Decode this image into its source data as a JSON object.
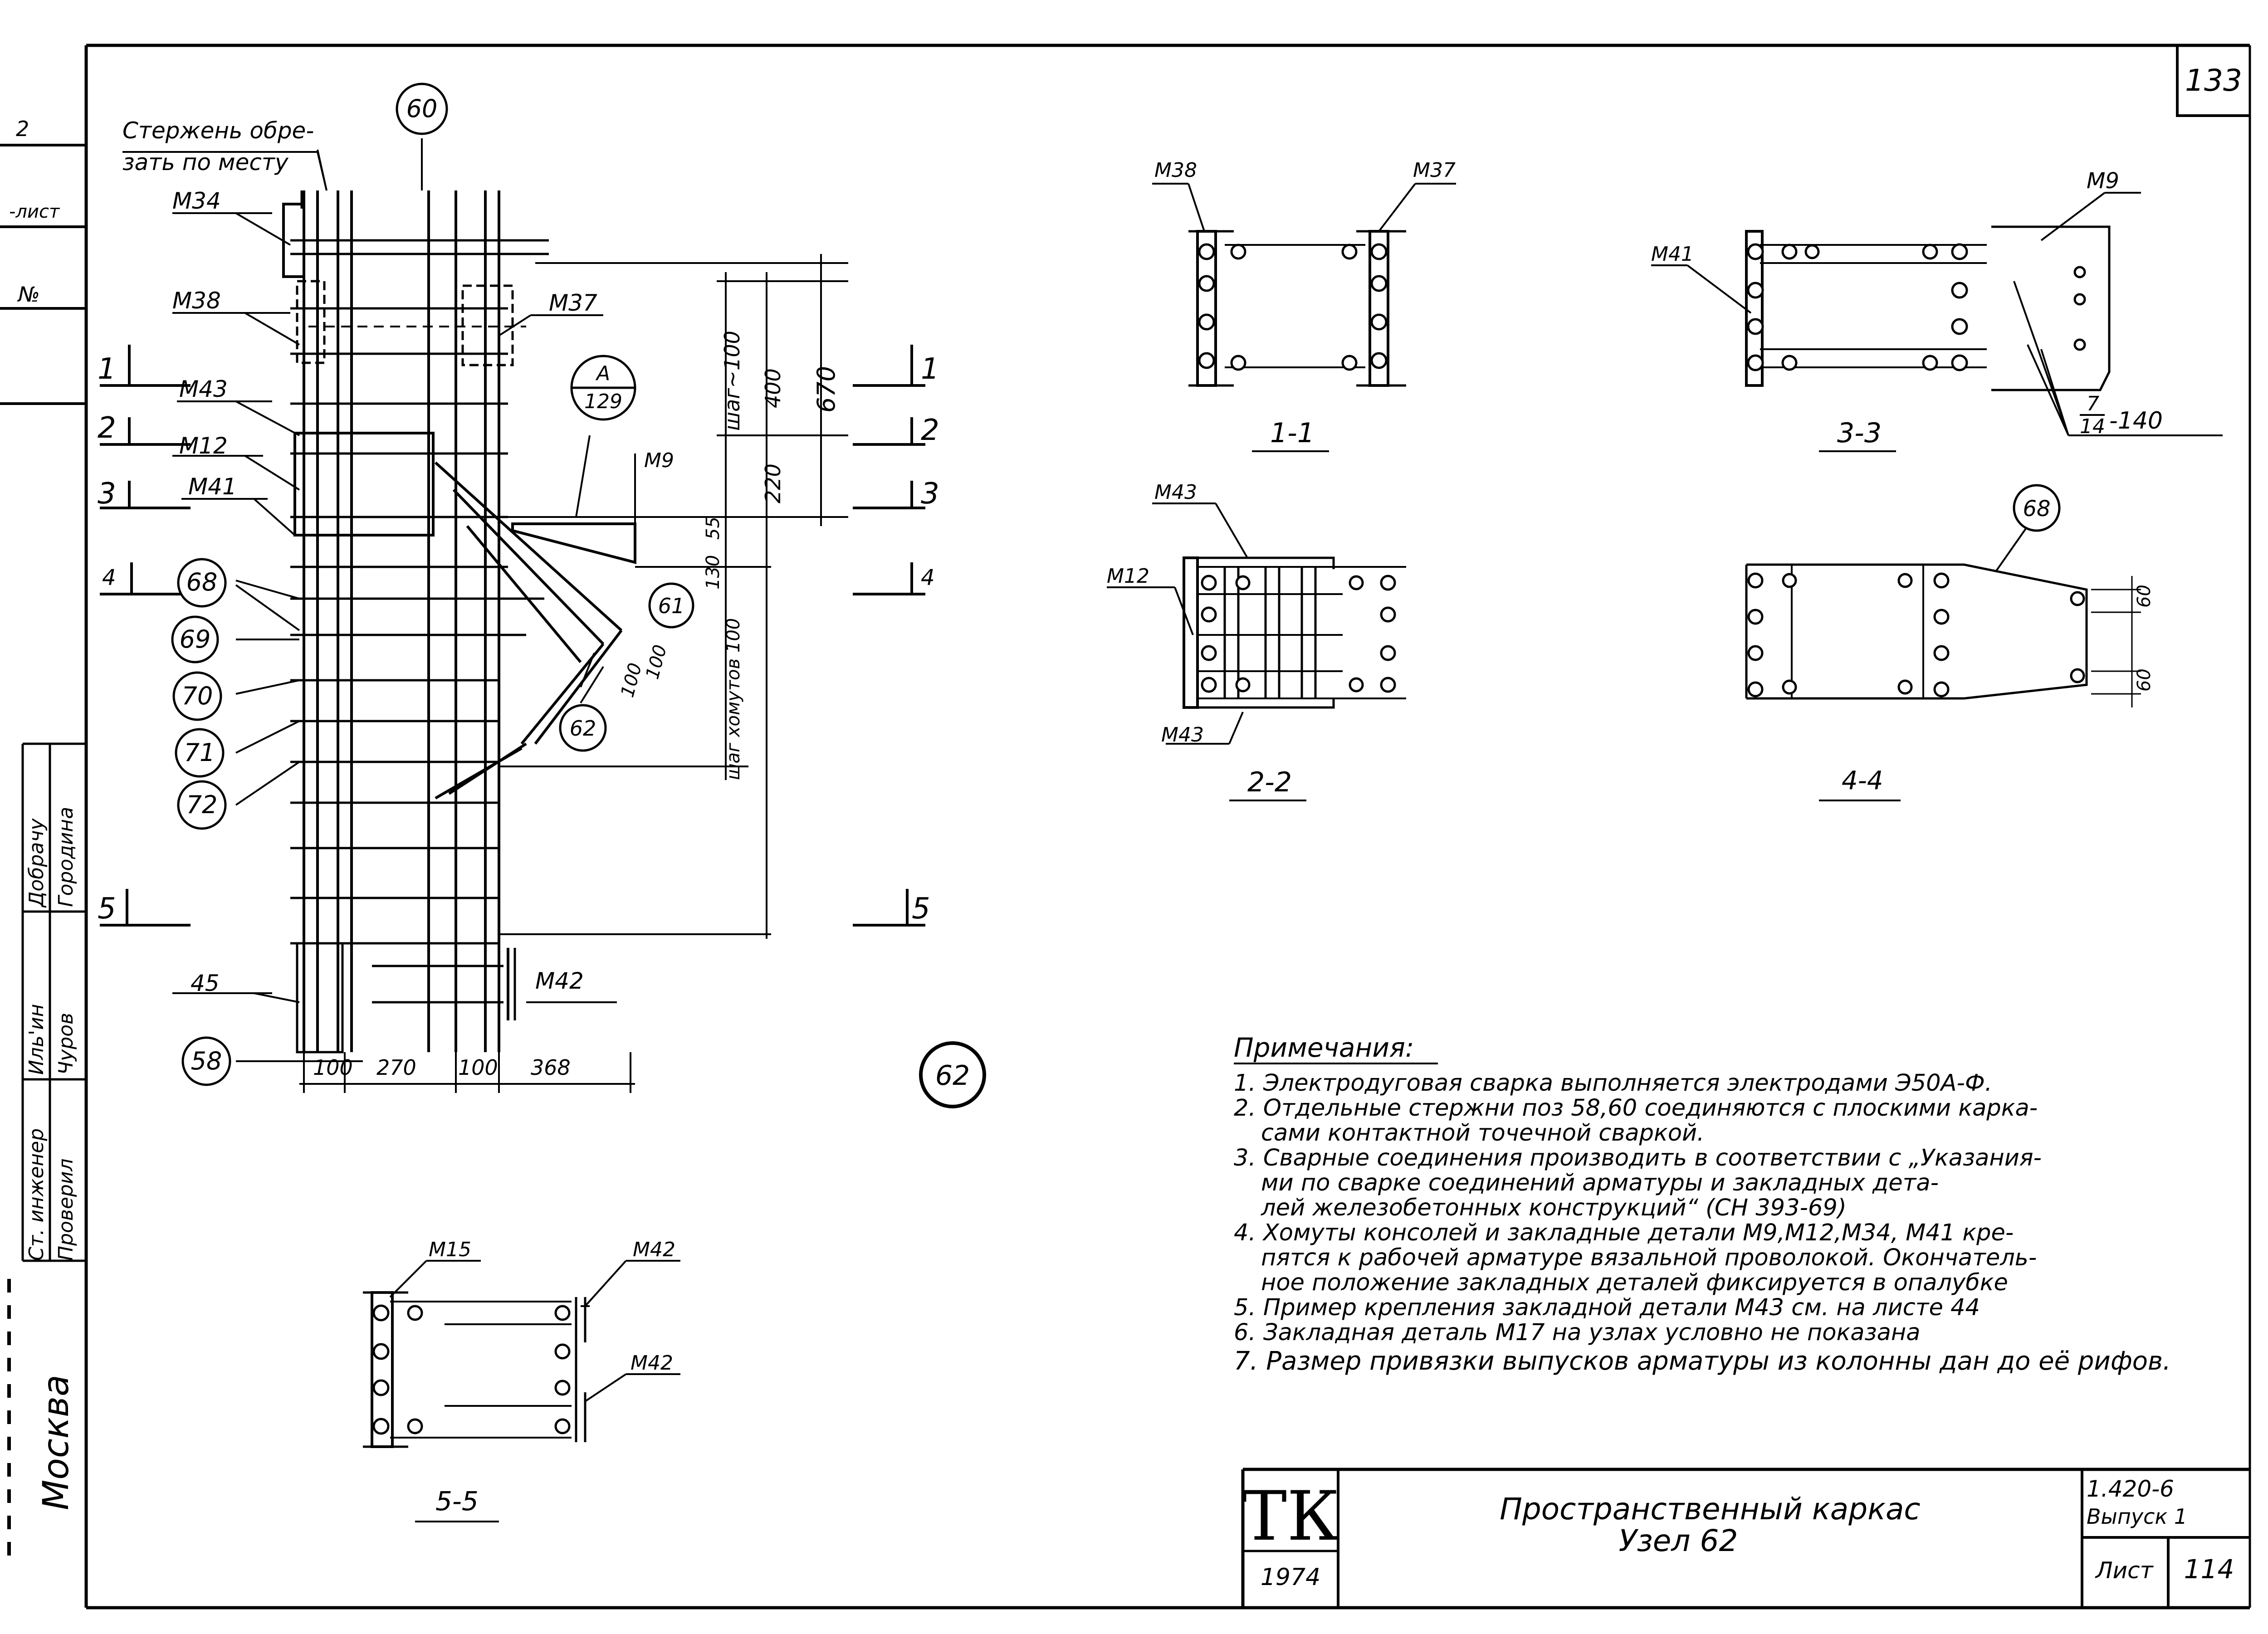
{
  "page": {
    "sheet_corner_number": "133",
    "node_circle": "62"
  },
  "left_strip": {
    "cells": [
      "2",
      "-лист",
      "№"
    ],
    "stamp_names": [
      "Ст. инженер",
      "Проверил",
      "Иль'ин",
      "Чуров",
      "Добрачу",
      "Городина"
    ],
    "city": "Москва"
  },
  "main_view": {
    "callout_cut_rods": "Стержень обре-зать по месту",
    "callout_cut_rods_line1": "Стержень обре-",
    "callout_cut_rods_line2": "зать по месту",
    "top_circle": "60",
    "labels": {
      "m34": "M34",
      "m38": "M38",
      "m37": "M37",
      "m43": "M43",
      "m12": "M12",
      "m41": "M41",
      "m9": "M9",
      "m45": "45",
      "m42": "M42"
    },
    "circles": {
      "c68": "68",
      "c69": "69",
      "c70": "70",
      "c71": "71",
      "c72": "72",
      "c58": "58",
      "c61": "61",
      "c62": "62"
    },
    "ref_circle": {
      "top": "A",
      "bottom": "129"
    },
    "section_marks": [
      "1",
      "2",
      "3",
      "4",
      "5"
    ],
    "dim_vertical": {
      "d400": "400",
      "d670": "670",
      "d220": "220",
      "d55": "55",
      "d130": "130",
      "step": "шаг~100",
      "hooks": "шаг хомутов 100"
    },
    "dim_diag": {
      "d100a": "100",
      "d100b": "100"
    },
    "dim_bottom": [
      "100",
      "270",
      "100",
      "368"
    ]
  },
  "sections": {
    "s11": {
      "title": "1-1",
      "left_label": "M38",
      "right_label": "M37"
    },
    "s22": {
      "title": "2-2",
      "top_label": "M43",
      "left_label": "M12",
      "bottom_label": "M43"
    },
    "s33": {
      "title": "3-3",
      "left_label": "M41",
      "right_label": "M9",
      "note_num": "7",
      "note_den": "14",
      "note_len": "-140"
    },
    "s44": {
      "title": "4-4",
      "circle": "68",
      "dim1": "60",
      "dim2": "60"
    },
    "s55": {
      "title": "5-5",
      "left_label": "M15",
      "right_label1": "M42",
      "right_label2": "M42"
    }
  },
  "notes": {
    "heading": "Примечания:",
    "items": [
      "1. Электродуговая сварка выполняется электродами Э50А-Ф.",
      "2. Отдельные стержни поз 58,60 соединяются с плоскими карка-",
      "сами контактной точечной сваркой.",
      "3. Сварные соединения производить в соответствии с „Указания-",
      "ми по сварке соединений арматуры и закладных дета-",
      "лей железобетонных конструкций“ (СН 393-69)",
      "4. Хомуты консолей и закладные детали М9,М12,М34, М41 кре-",
      "пятся к рабочей арматуре вязальной проволокой. Окончатель-",
      "ное положение закладных деталей фиксируется в опалубке",
      "5. Пример крепления закладной детали М43 см. на листе 44",
      "6. Закладная деталь  М17 на узлах условно не показана",
      "7. Размер привязки выпусков арматуры из колонны дан до её рифов."
    ]
  },
  "title_block": {
    "logo": "ТК",
    "year": "1974",
    "title_line1": "Пространственный каркас",
    "title_line2": "Узел 62",
    "series": "1.420-6",
    "issue": "Выпуск 1",
    "sheet_label": "Лист",
    "sheet_number": "114"
  }
}
